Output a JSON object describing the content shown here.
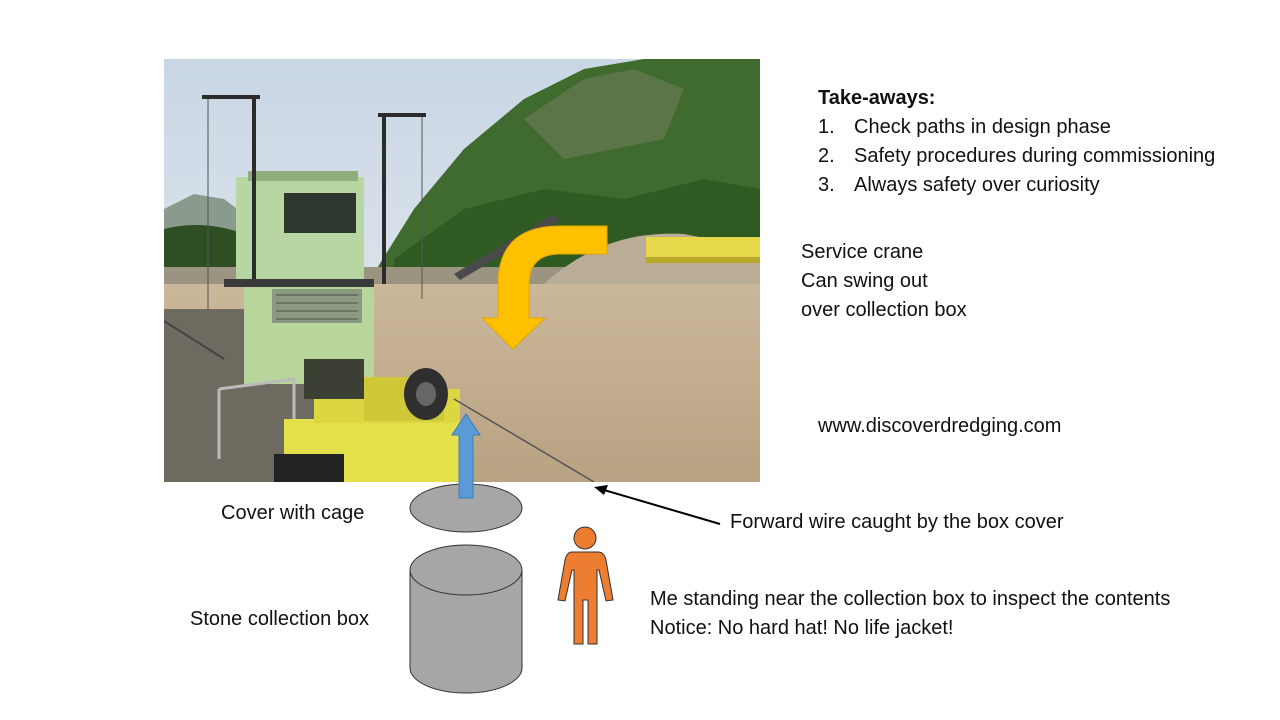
{
  "takeaways": {
    "title": "Take-aways:",
    "items": [
      {
        "num": "1.",
        "text": "Check paths in design phase"
      },
      {
        "num": "2.",
        "text": "Safety procedures during commissioning"
      },
      {
        "num": "3.",
        "text": "Always safety over curiosity"
      }
    ]
  },
  "crane_note": {
    "lines": [
      "Service crane",
      "Can swing out",
      "over collection box"
    ]
  },
  "website": "www.discoverdredging.com",
  "labels": {
    "cover": "Cover with cage",
    "box": "Stone collection box",
    "wire": "Forward wire caught by the box cover",
    "me_line1": "Me standing near the collection box to inspect the contents",
    "me_line2": "Notice: No hard hat! No life jacket!"
  },
  "colors": {
    "swing_arrow": "#FFC000",
    "up_arrow": "#5B9BD5",
    "person": "#ED7D31",
    "box_fill": "#A6A6A6",
    "cover_fill": "#A6A6A6"
  },
  "icons": {
    "swing_arrow": "curved-down-arrow-icon",
    "up_arrow": "up-arrow-icon",
    "person": "person-icon",
    "cylinder": "cylinder-icon",
    "pointer": "pointer-arrow-icon"
  }
}
